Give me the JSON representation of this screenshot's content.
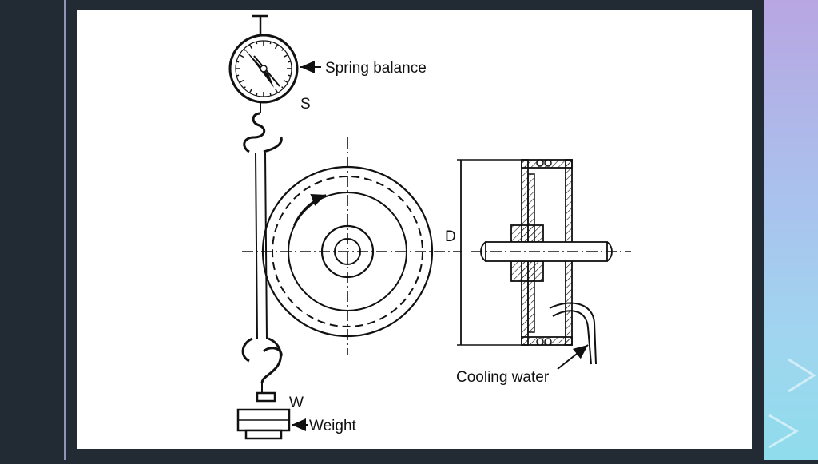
{
  "diagram": {
    "labels": {
      "spring_balance": "Spring balance",
      "s": "S",
      "d": "D",
      "w": "W",
      "weight": "Weight",
      "cooling_water": "Cooling water"
    }
  },
  "colors": {
    "background": "#222a33",
    "slide": "#ffffff",
    "ink": "#111111",
    "right_panel_accent": "#a9c3ee"
  }
}
